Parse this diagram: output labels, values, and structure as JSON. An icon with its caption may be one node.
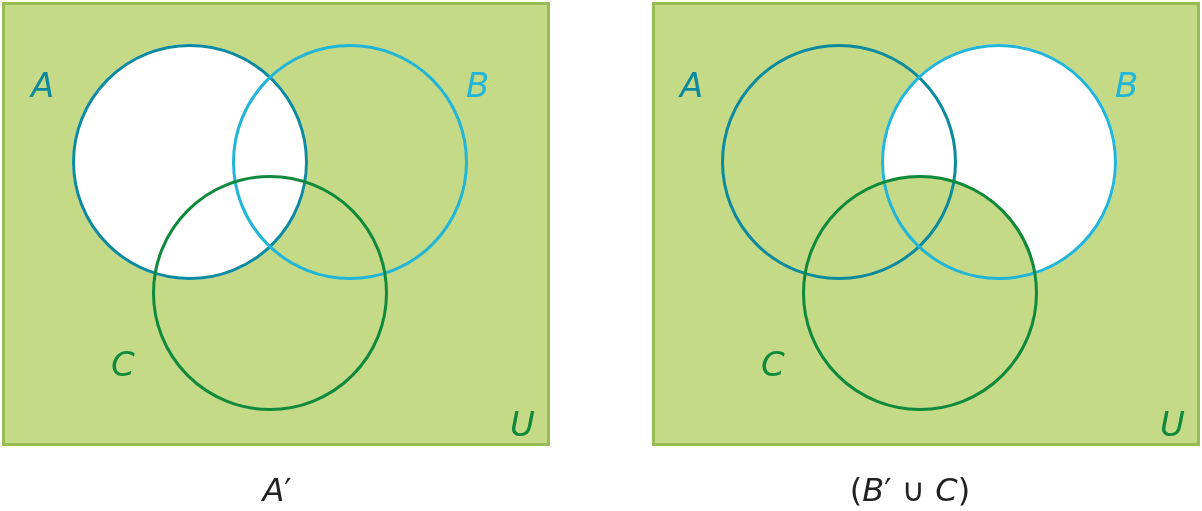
{
  "diagram": {
    "nodes": [
      {
        "text": [
          "U"
        ],
        "beside": [
          "*A*′"
        ]
      },
      {
        "text": [
          "A"
        ],
        "in": 0
      },
      {
        "text": [
          "B"
        ],
        "in": 0
      },
      {
        "text": [
          "C"
        ],
        "in": 0
      },
      {
        "text": [
          "U"
        ],
        "beside": [
          "(*B*′ ∪ *C*)"
        ]
      },
      {
        "text": [
          "A"
        ],
        "in": 4
      },
      {
        "text": [
          "B"
        ],
        "in": 4
      },
      {
        "text": [
          "C"
        ],
        "in": 4
      }
    ]
  }
}
